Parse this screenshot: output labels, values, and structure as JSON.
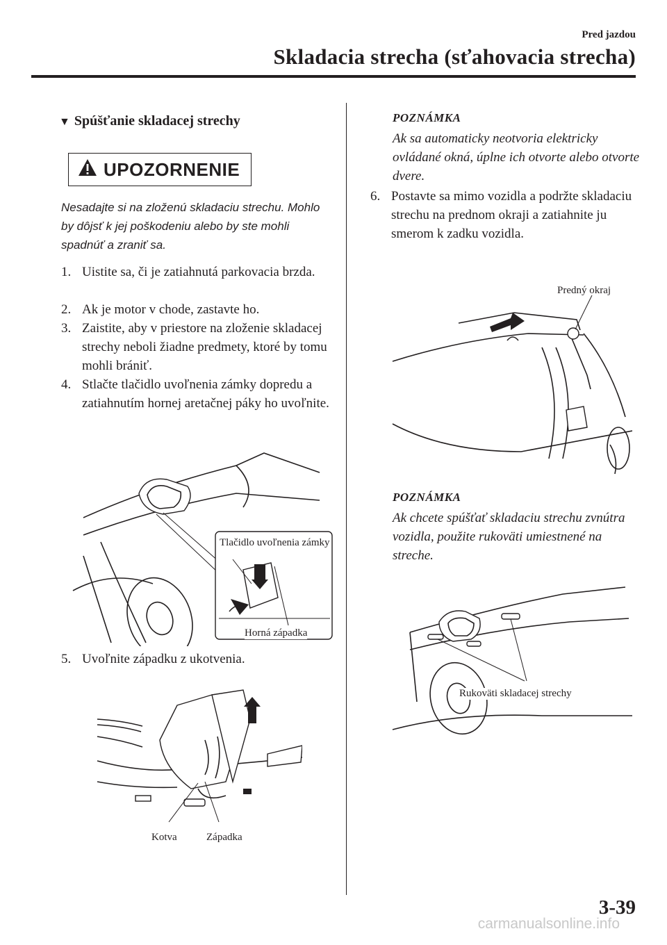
{
  "header": {
    "subtitle": "Pred jazdou",
    "title": "Skladacia strecha (sťahovacia strecha)"
  },
  "section": {
    "marker": "▼",
    "heading": "Spúšťanie skladacej strechy"
  },
  "warning": {
    "label": "UPOZORNENIE",
    "text": "Nesadajte si na zloženú skladaciu strechu. Mohlo by dôjsť k jej poškodeniu alebo by ste mohli spadnúť a zraniť sa."
  },
  "steps": [
    {
      "num": "1.",
      "text": "Uistite sa, či je zatiahnutá parkovacia brzda."
    },
    {
      "num": "2.",
      "text": "Ak je motor v chode, zastavte ho."
    },
    {
      "num": "3.",
      "text": "Zaistite, aby v priestore na zloženie skladacej strechy neboli žiadne predmety, ktoré by tomu mohli brániť."
    },
    {
      "num": "4.",
      "text": "Stlačte tlačidlo uvoľnenia zámky dopredu a zatiahnutím hornej aretačnej páky ho uvoľnite."
    },
    {
      "num": "5.",
      "text": "Uvoľnite západku z ukotvenia."
    },
    {
      "num": "6.",
      "text": "Postavte sa mimo vozidla a podržte skladaciu strechu na prednom okraji a zatiahnite ju smerom k zadku vozidla."
    }
  ],
  "figure1": {
    "callout_button": "Tlačidlo uvoľnenia zámky",
    "callout_latch": "Horná západka"
  },
  "figure2": {
    "callout_anchor": "Kotva",
    "callout_latch": "Západka"
  },
  "note1": {
    "heading": "POZNÁMKA",
    "text": "Ak sa automaticky neotvoria elektricky ovládané okná, úplne ich otvorte alebo otvorte dvere."
  },
  "figure3": {
    "callout_edge": "Predný okraj"
  },
  "note2": {
    "heading": "POZNÁMKA",
    "text": "Ak chcete spúšťať skladaciu strechu zvnútra vozidla, použite rukoväti umiestnené na streche."
  },
  "figure4": {
    "callout_handles": "Rukoväti skladacej strechy"
  },
  "page_number": "3-39",
  "watermark": "carmanualsonline.info"
}
